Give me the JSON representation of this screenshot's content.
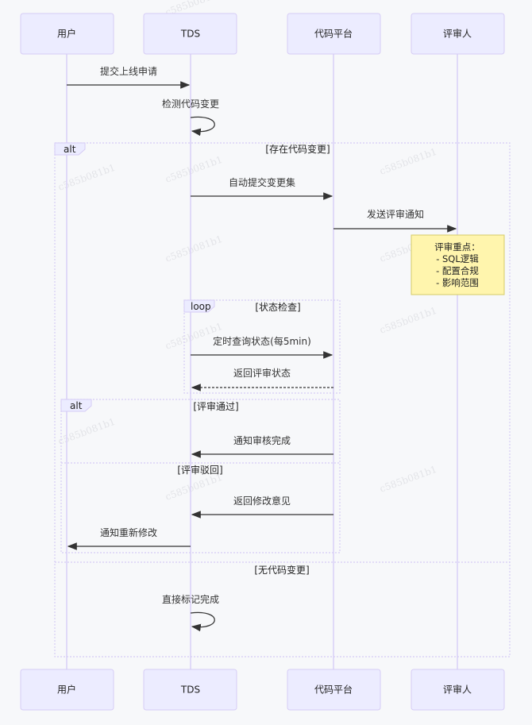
{
  "watermark": "c585b081b1",
  "participants": [
    "用户",
    "TDS",
    "代码平台",
    "评审人"
  ],
  "messages": [
    {
      "label": "提交上线申请"
    },
    {
      "label": "检测代码变更"
    },
    {
      "label": "自动提交变更集"
    },
    {
      "label": "发送评审通知"
    },
    {
      "label": "定时查询状态(每5min)"
    },
    {
      "label": "返回评审状态"
    },
    {
      "label": "通知审核完成"
    },
    {
      "label": "返回修改意见"
    },
    {
      "label": "通知重新修改"
    },
    {
      "label": "直接标记完成"
    }
  ],
  "note": {
    "lines": [
      "评审重点：",
      "- SQL逻辑",
      "- 配置合规",
      "- 影响范围"
    ]
  },
  "frames": {
    "outer_alt": {
      "tag": "alt",
      "cond1": "[存在代码变更]",
      "cond2": "[无代码变更]"
    },
    "loop": {
      "tag": "loop",
      "cond": "[状态检查]"
    },
    "inner_alt": {
      "tag": "alt",
      "cond1": "[评审通过]",
      "cond2": "[评审驳回]"
    }
  }
}
